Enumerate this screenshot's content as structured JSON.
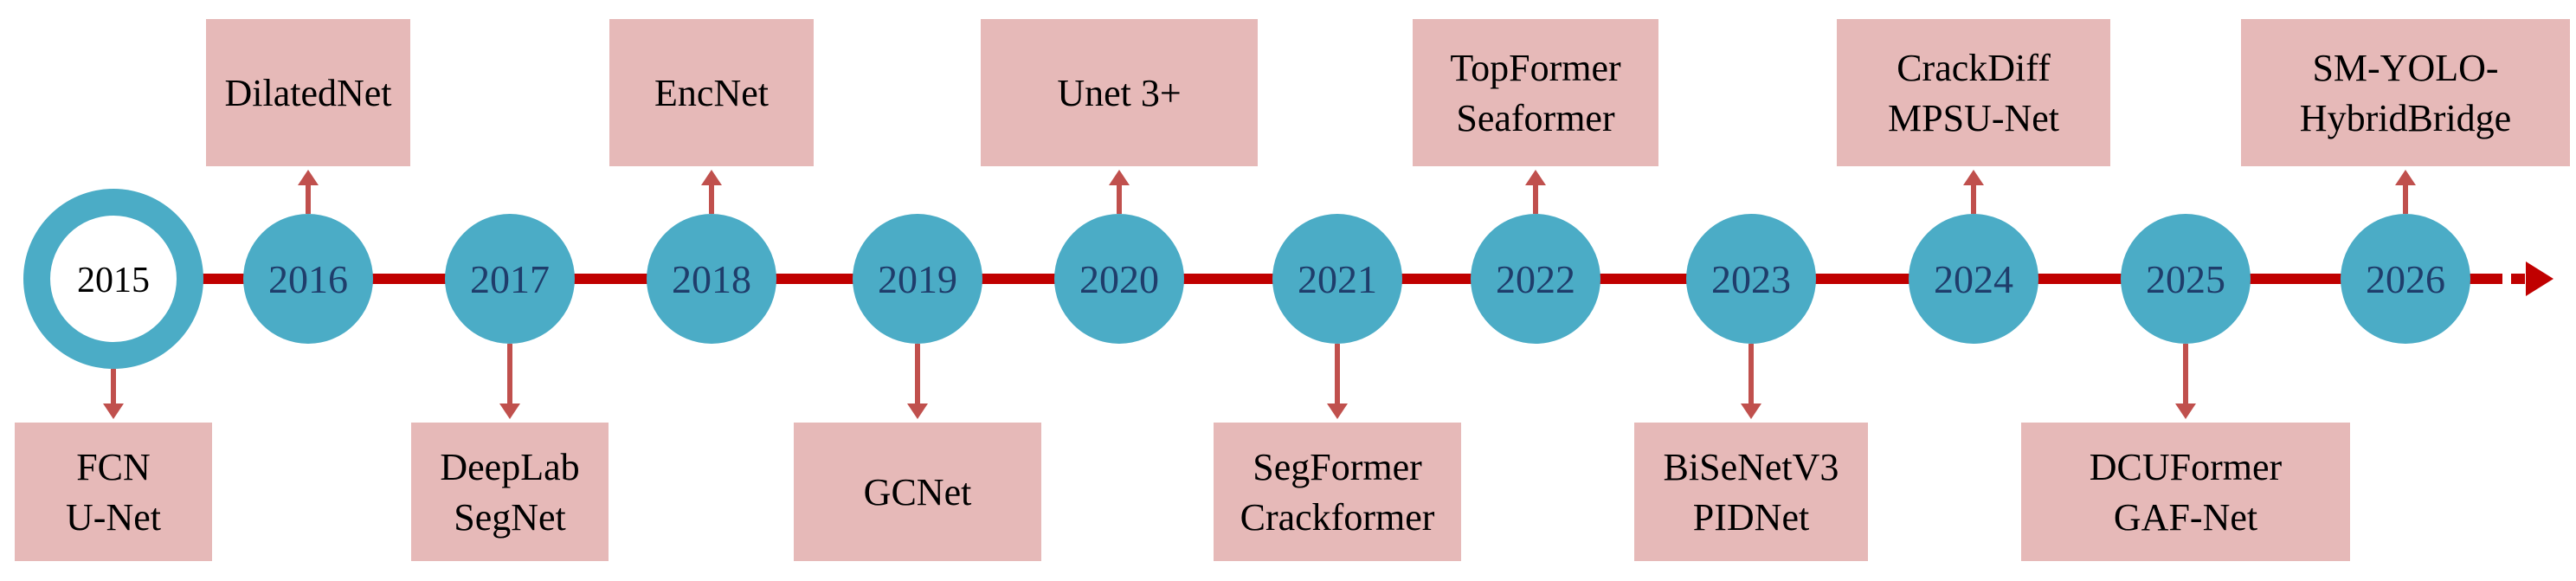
{
  "colors": {
    "timeline": "#c00000",
    "node_fill": "#4bacc6",
    "box_fill": "#e6b9b8",
    "arrow": "#c0504d",
    "year_text": "#1f3d6b"
  },
  "years": [
    "2015",
    "2016",
    "2017",
    "2018",
    "2019",
    "2020",
    "2021",
    "2022",
    "2023",
    "2024",
    "2025",
    "2026"
  ],
  "boxes": [
    {
      "year": "2015",
      "side": "below",
      "lines": [
        "FCN",
        "U-Net"
      ]
    },
    {
      "year": "2016",
      "side": "above",
      "lines": [
        "DilatedNet"
      ]
    },
    {
      "year": "2017",
      "side": "below",
      "lines": [
        "DeepLab",
        "SegNet"
      ]
    },
    {
      "year": "2018",
      "side": "above",
      "lines": [
        "EncNet"
      ]
    },
    {
      "year": "2019",
      "side": "below",
      "lines": [
        "GCNet"
      ]
    },
    {
      "year": "2020",
      "side": "above",
      "lines": [
        "Unet 3+"
      ]
    },
    {
      "year": "2021",
      "side": "below",
      "lines": [
        "SegFormer",
        "Crackformer"
      ]
    },
    {
      "year": "2022",
      "side": "above",
      "lines": [
        "TopFormer",
        "Seaformer"
      ]
    },
    {
      "year": "2023",
      "side": "below",
      "lines": [
        "BiSeNetV3",
        "PIDNet"
      ]
    },
    {
      "year": "2024",
      "side": "above",
      "lines": [
        "CrackDiff",
        "MPSU-Net"
      ]
    },
    {
      "year": "2025",
      "side": "below",
      "lines": [
        "DCUFormer",
        "GAF-Net"
      ]
    },
    {
      "year": "2026",
      "side": "above",
      "lines": [
        "SM-YOLO-",
        "HybridBridge"
      ]
    }
  ]
}
